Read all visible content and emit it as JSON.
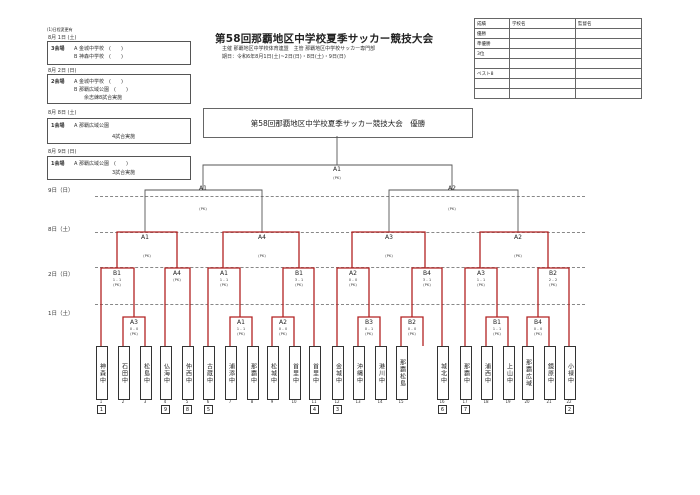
{
  "header": {
    "corner_note": "(1)日程変更有",
    "title": "第58回那覇地区中学校夏季サッカー競技大会",
    "organizer": "主催 那覇地区中学校体育連盟　主管 那覇地区中学校サッカー専門部",
    "period": "期日：令和6年8月1日(土)~2日(日)・8日(土)・9日(日)"
  },
  "results_table": {
    "headers": [
      "成績",
      "学校名",
      "監督名"
    ],
    "rows": [
      "優勝",
      "準優勝",
      "3位",
      "",
      "ベスト8",
      "",
      ""
    ]
  },
  "schedule": [
    {
      "date": "8月 1日 (土)",
      "venue": "3会場",
      "lines": [
        "A 金城中学校　(　　)",
        "B 神森中学校　(　　)"
      ],
      "note": ""
    },
    {
      "date": "8月 2日 (日)",
      "venue": "2会場",
      "lines": [
        "A 金城中学校　(　　)",
        "B 那覇広域公園　(　　)"
      ],
      "note": "余志練8試合実施"
    },
    {
      "date": "8月 8日 (土)",
      "venue": "1会場",
      "lines": [
        "A 那覇広域公園"
      ],
      "note": "4試合実施"
    },
    {
      "date": "8月 9日 (日)",
      "venue": "1会場",
      "lines": [
        "A 那覇広域公園　(　　)"
      ],
      "note": "3試合実施"
    }
  ],
  "championship_label": "第58回那覇地区中学校夏季サッカー競技大会　優勝",
  "rounds": {
    "r9": "9日（日）",
    "r8": "8日（土）",
    "r2": "2日（日）",
    "r1": "1日（土）"
  },
  "final": {
    "label": "A1",
    "score": "(PK)"
  },
  "semis": [
    {
      "label": "A1",
      "score": "(PK)"
    },
    {
      "label": "A2",
      "score": "(PK)"
    }
  ],
  "quarters": [
    {
      "label": "A1",
      "score": "(PK)"
    },
    {
      "label": "A4",
      "score": "(PK)"
    },
    {
      "label": "A3",
      "score": "(PK)"
    },
    {
      "label": "A2",
      "score": "(PK)"
    }
  ],
  "round2": [
    {
      "label": "B1",
      "score": "1 - 1",
      "pk": "(PK)"
    },
    {
      "label": "A4",
      "score": "",
      "pk": "(PK)"
    },
    {
      "label": "A1",
      "score": "1 - 1",
      "pk": "(PK)"
    },
    {
      "label": "B1",
      "score": "3 - 1",
      "pk": "(PK)"
    },
    {
      "label": "A2",
      "score": "0 - 0",
      "pk": "(PK)"
    },
    {
      "label": "B4",
      "score": "3 - 1",
      "pk": "(PK)"
    },
    {
      "label": "A3",
      "score": "1 - 1",
      "pk": "(PK)"
    },
    {
      "label": "B2",
      "score": "2 - 2",
      "pk": "(PK)"
    }
  ],
  "round1": [
    {
      "label": "A3",
      "score": "0 - 0",
      "pk": "(PK)"
    },
    {
      "label": "A1",
      "score": "1 - 1",
      "pk": "(PK)"
    },
    {
      "label": "A2",
      "score": "0 - 0",
      "pk": "(PK)"
    },
    {
      "label": "B3",
      "score": "0 - 1",
      "pk": "(PK)"
    },
    {
      "label": "B2",
      "score": "0 - 0",
      "pk": "(PK)"
    },
    {
      "label": "B1",
      "score": "1 - 1",
      "pk": "(PK)"
    },
    {
      "label": "B4",
      "score": "0 - 0",
      "pk": "(PK)"
    }
  ],
  "teams": [
    {
      "name": "神森中",
      "num": "1",
      "seed": "1"
    },
    {
      "name": "石田中",
      "num": "2",
      "seed": ""
    },
    {
      "name": "松島中",
      "num": "3",
      "seed": ""
    },
    {
      "name": "仏海中",
      "num": "4",
      "seed": "9"
    },
    {
      "name": "仲西中",
      "num": "5",
      "seed": "8"
    },
    {
      "name": "古蔵中",
      "num": "6",
      "seed": "5"
    },
    {
      "name": "浦添中",
      "num": "7",
      "seed": ""
    },
    {
      "name": "那覇中",
      "num": "8",
      "seed": ""
    },
    {
      "name": "松城中",
      "num": "9",
      "seed": ""
    },
    {
      "name": "首里中",
      "num": "10",
      "seed": ""
    },
    {
      "name": "首里中",
      "num": "11",
      "seed": "4"
    },
    {
      "name": "金城中",
      "num": "12",
      "seed": "3"
    },
    {
      "name": "沖縄中",
      "num": "13",
      "seed": ""
    },
    {
      "name": "港川中",
      "num": "14",
      "seed": ""
    },
    {
      "name": "那覇松島",
      "num": "15",
      "seed": ""
    },
    {
      "name": "城北中",
      "num": "16",
      "seed": "6"
    },
    {
      "name": "那覇中",
      "num": "17",
      "seed": "7"
    },
    {
      "name": "浦西中",
      "num": "18",
      "seed": ""
    },
    {
      "name": "上山中",
      "num": "19",
      "seed": ""
    },
    {
      "name": "那覇広域",
      "num": "20",
      "seed": ""
    },
    {
      "name": "鏡原中",
      "num": "21",
      "seed": ""
    },
    {
      "name": "小禄中",
      "num": "22",
      "seed": "2"
    }
  ]
}
